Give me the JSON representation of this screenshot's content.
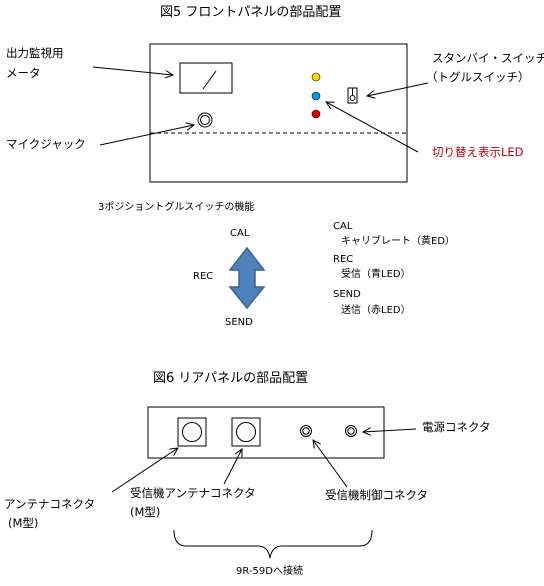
{
  "front": {
    "title": "図5 フロントパネルの部品配置",
    "meter_label": [
      "出力監視用",
      "メータ"
    ],
    "mic_label": "マイクジャック",
    "standby_label": [
      "スタンバイ・スイッチ",
      "（トグルスイッチ）"
    ],
    "led_label": "切り替え表示LED",
    "led_colors": [
      "#ffd700",
      "#00a0e0",
      "#e00000"
    ]
  },
  "toggle": {
    "title": "3ポジショントグルスイッチの機能",
    "pos_cal": "CAL",
    "pos_rec": "REC",
    "pos_send": "SEND",
    "arrow_color": "#4f81bd",
    "legend": [
      {
        "head": "CAL",
        "desc": "キャリブレート（黄ED）"
      },
      {
        "head": "REC",
        "desc": "受信（青LED）"
      },
      {
        "head": "SEND",
        "desc": "送信（赤LED）"
      }
    ]
  },
  "rear": {
    "title": "図6 リアパネルの部品配置",
    "power_label": "電源コネクタ",
    "antenna_label": [
      "アンテナコネクタ",
      "(M型)"
    ],
    "rx_antenna_label": [
      "受信機アンテナコネクタ",
      "(M型)"
    ],
    "rx_control_label": "受信機制御コネクタ",
    "connect_label": "9R-59Dへ接続"
  }
}
